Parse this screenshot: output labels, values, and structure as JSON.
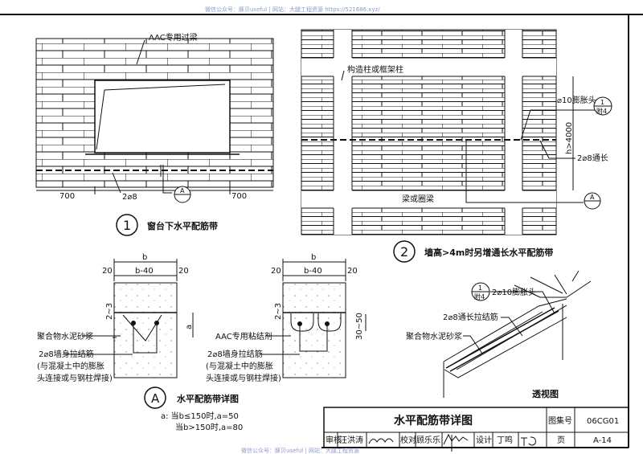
{
  "watermark_top": "微信公众号：豚贝useful | 网站：大腿工程资源 https://521686.xyz/",
  "watermark_bottom": "微信公众号：豚贝useful | 网站：大腿工程资源",
  "detail1": {
    "lintel": "AAC专用过梁",
    "dim_left": "700",
    "dim_right": "700",
    "rebar": "2⌀8",
    "marker": "A",
    "number": "1",
    "title": "窗台下水平配筋带"
  },
  "detail2": {
    "column": "构造柱或框架柱",
    "anchor": "⌀10膨胀头",
    "ref_top": "1",
    "ref_bottom": "附4",
    "height": "h>4000",
    "rebar": "2⌀8通长",
    "marker": "A",
    "beam": "梁或圈梁",
    "number": "2",
    "title": "墙高>4m时另增通长水平配筋带"
  },
  "detailA": {
    "b": "b",
    "b40": "b-40",
    "d20": "20",
    "gap": "2~3",
    "a": "a",
    "range": "30~50",
    "mortar": "聚合物水泥砂浆",
    "adhesive": "AAC专用粘结剂",
    "tie1": "2⌀8墙身拉结筋",
    "tie2": "(与混凝土中的膨胀",
    "tie3": "头连接或与钢柱焊接)",
    "number": "A",
    "title": "水平配筋带详图",
    "note1": "a:  当b≤150时,a=50",
    "note2": "当b>150时,a=80"
  },
  "perspective": {
    "ref_top": "1",
    "ref_bottom": "附4",
    "anchor": "2⌀10膨胀头",
    "tie": "2⌀8通长拉结筋",
    "mortar": "聚合物水泥砂浆",
    "title": "透视图"
  },
  "title_block": {
    "title": "水平配筋带详图",
    "atlas_label": "图集号",
    "atlas_no": "06CG01",
    "review_label": "审核",
    "reviewer": "汪洪涛",
    "check_label": "校对",
    "checker": "顾乐乐",
    "design_label": "设计",
    "designer": "丁鸣",
    "page_label": "页",
    "page_no": "A-14"
  }
}
